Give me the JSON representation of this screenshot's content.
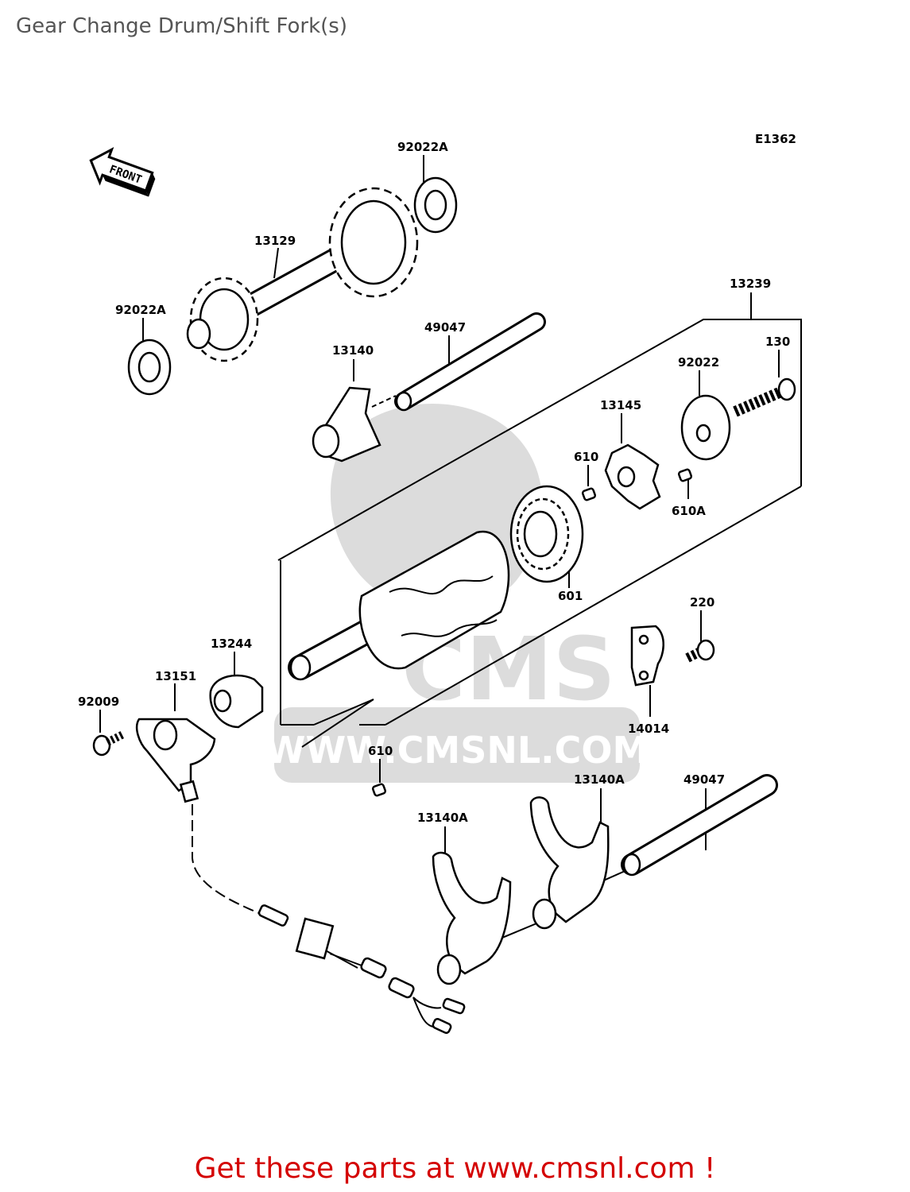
{
  "title": "Gear Change Drum/Shift Fork(s)",
  "diagram_code": "E1362",
  "front_label": "FRONT",
  "watermark": {
    "brand": "CMS",
    "url": "WWW.CMSNL.COM"
  },
  "parts": {
    "p92022A_top": "92022A",
    "p13129": "13129",
    "p92022A_left": "92022A",
    "p13239": "13239",
    "p49047_top": "49047",
    "p13140": "13140",
    "p130": "130",
    "p92022": "92022",
    "p13145": "13145",
    "p610_top": "610",
    "p610A": "610A",
    "p601": "601",
    "p220": "220",
    "p13244": "13244",
    "p13151": "13151",
    "p92009": "92009",
    "p14014": "14014",
    "p610_bottom": "610",
    "p49047_bottom": "49047",
    "p13140A_right": "13140A",
    "p13140A_left": "13140A"
  },
  "footer": "Get these parts at www.cmsnl.com !"
}
